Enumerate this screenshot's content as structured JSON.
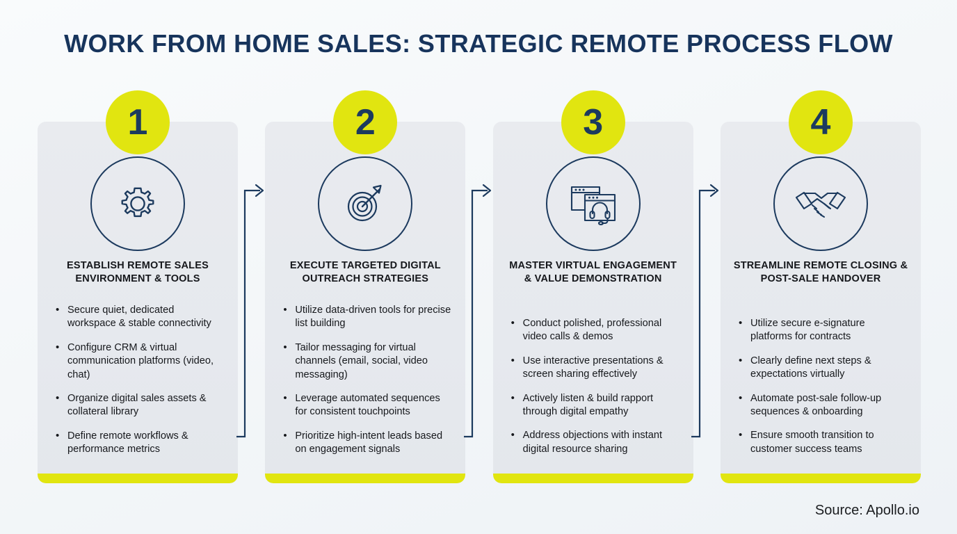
{
  "header": {
    "title": "WORK FROM HOME SALES: STRATEGIC REMOTE PROCESS FLOW"
  },
  "colors": {
    "accent_yellow": "#e1e510",
    "navy": "#1c3a5e",
    "title_navy": "#17345c",
    "card_bg": "#e7eaef",
    "page_bg": "#f7f9fb",
    "body_text": "#16181c"
  },
  "steps": [
    {
      "number": "1",
      "icon": "gear-icon",
      "heading": "ESTABLISH REMOTE SALES ENVIRONMENT & TOOLS",
      "bullets": [
        "Secure quiet, dedicated workspace & stable connectivity",
        "Configure CRM & virtual communication platforms (video, chat)",
        "Organize digital sales assets & collateral library",
        "Define remote workflows & performance metrics"
      ]
    },
    {
      "number": "2",
      "icon": "target-arrow-icon",
      "heading": "EXECUTE TARGETED DIGITAL OUTREACH STRATEGIES",
      "bullets": [
        "Utilize data-driven tools for precise list building",
        "Tailor messaging for virtual channels (email, social, video messaging)",
        "Leverage automated sequences for consistent touchpoints",
        "Prioritize high-intent leads based on engagement signals"
      ]
    },
    {
      "number": "3",
      "icon": "browser-headset-icon",
      "heading": "MASTER VIRTUAL ENGAGEMENT & VALUE DEMONSTRATION",
      "bullets": [
        "Conduct polished, professional video calls & demos",
        "Use interactive presentations & screen sharing effectively",
        "Actively listen & build rapport through digital empathy",
        "Address objections with instant digital resource sharing"
      ]
    },
    {
      "number": "4",
      "icon": "handshake-icon",
      "heading": "STREAMLINE REMOTE CLOSING & POST-SALE HANDOVER",
      "bullets": [
        "Utilize secure e-signature platforms for contracts",
        "Clearly define next steps & expectations virtually",
        "Automate post-sale follow-up sequences & onboarding",
        "Ensure smooth transition to customer success teams"
      ]
    }
  ],
  "connectors": [
    {
      "name": "connector-1-to-2"
    },
    {
      "name": "connector-2-to-3"
    },
    {
      "name": "connector-3-to-4"
    }
  ],
  "footer": {
    "source": "Source: Apollo.io"
  }
}
